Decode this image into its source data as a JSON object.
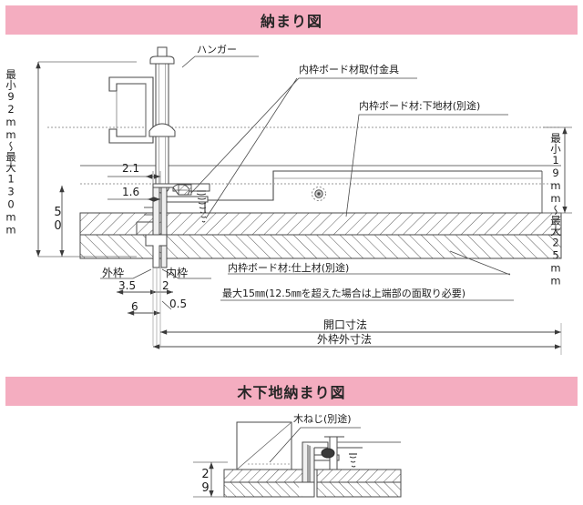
{
  "sections": [
    {
      "id": "main",
      "title": "納まり図"
    },
    {
      "id": "wood",
      "title": "木下地納まり図"
    }
  ],
  "colors": {
    "band_pink": "#f4adc0",
    "line": "#4a4a4a",
    "text": "#1d1d1d",
    "hatch": "#555555"
  },
  "main_drawing": {
    "callouts": [
      {
        "name": "hanger",
        "text": "ハンガー"
      },
      {
        "name": "inner-frame-board-bracket",
        "text": "内枠ボード材取付金具"
      },
      {
        "name": "inner-frame-board-substrate",
        "text": "内枠ボード材:下地材(別途)"
      },
      {
        "name": "inner-frame-board-finish",
        "text": "内枠ボード材:仕上材(別途)"
      },
      {
        "name": "inner-frame-board-finish-note",
        "text": "最大15㎜(12.5㎜を超えた場合は上端部の面取り必要)"
      }
    ],
    "vertical_dims": [
      {
        "name": "overall-height-range",
        "text": "最小92mm〜最大130mm"
      },
      {
        "name": "ceiling-depth-range",
        "text": "最小19mm〜最大25mm"
      },
      {
        "name": "frame-height",
        "text": "50"
      }
    ],
    "linear_dims": [
      {
        "name": "dim-2-1",
        "text": "2.1"
      },
      {
        "name": "dim-1-6",
        "text": "1.6"
      },
      {
        "name": "dim-3-5",
        "text": "3.5"
      },
      {
        "name": "dim-2",
        "text": "2"
      },
      {
        "name": "dim-0-5",
        "text": "0.5"
      },
      {
        "name": "dim-6",
        "text": "6"
      }
    ],
    "frame_labels": [
      {
        "name": "outer-frame",
        "text": "外枠"
      },
      {
        "name": "inner-frame",
        "text": "内枠"
      }
    ],
    "bottom_dims": [
      {
        "name": "opening-dimension",
        "text": "開口寸法"
      },
      {
        "name": "outer-frame-outside-dimension",
        "text": "外枠外寸法"
      }
    ]
  },
  "wood_drawing": {
    "callouts": [
      {
        "name": "wood-screw",
        "text": "木ねじ(別途)"
      }
    ],
    "vertical_dims": [
      {
        "name": "dim-29",
        "text": "29"
      }
    ]
  }
}
